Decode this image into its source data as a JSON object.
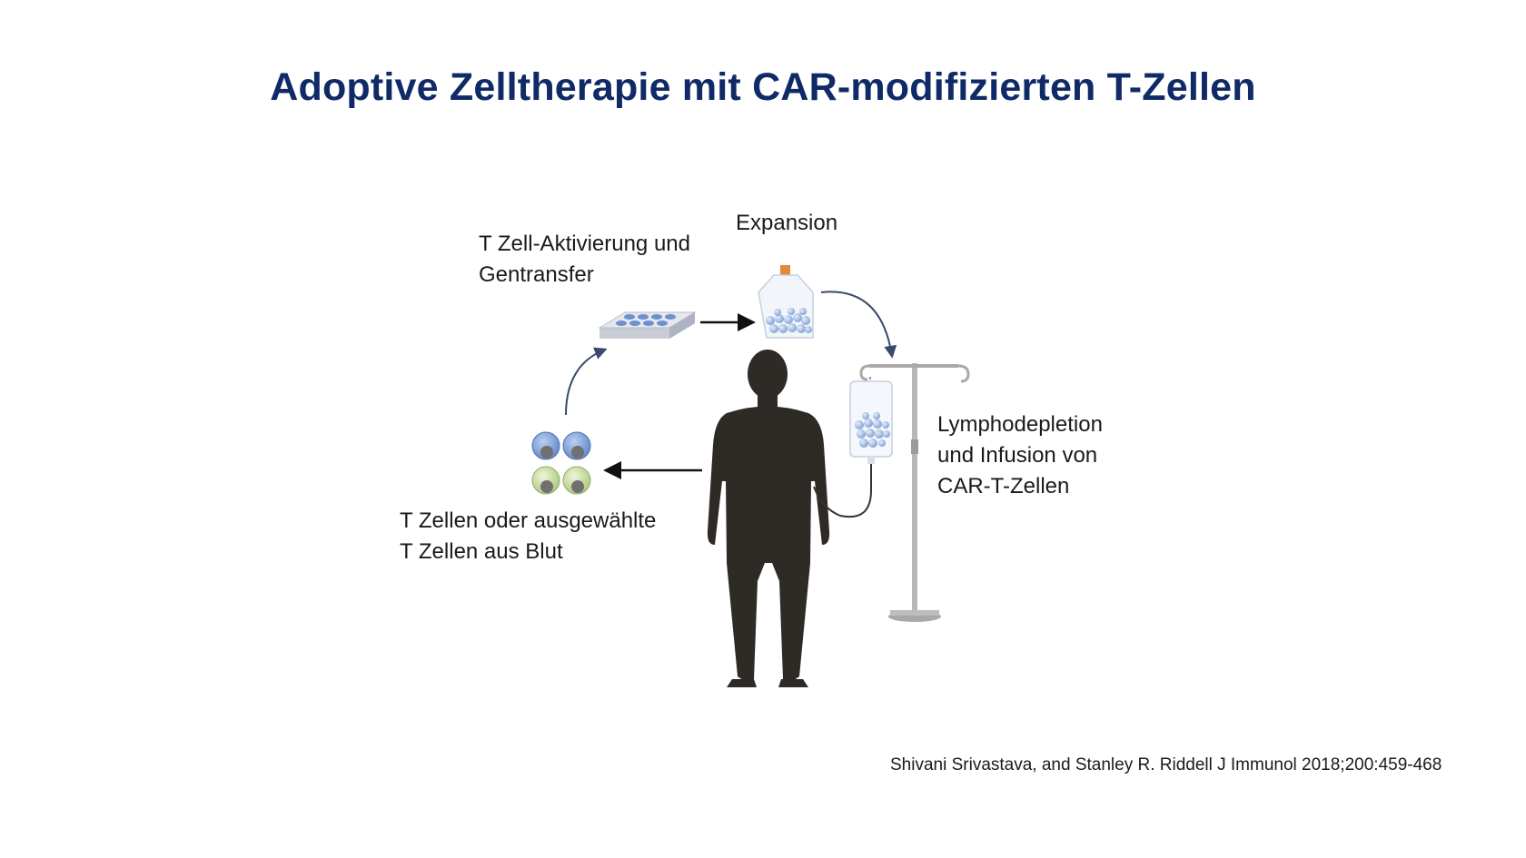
{
  "slide": {
    "title": "Adoptive Zelltherapie mit CAR-modifizierten T-Zellen",
    "citation": "Shivani Srivastava, and Stanley R. Riddell J Immunol 2018;200:459-468"
  },
  "steps": {
    "activation": {
      "line1": "T Zell-Aktivierung und",
      "line2": "Gentransfer"
    },
    "expansion": {
      "line1": "Expansion"
    },
    "infusion": {
      "line1": "Lymphodepletion",
      "line2": "und Infusion von",
      "line3": "CAR-T-Zellen"
    },
    "collection": {
      "line1": "T Zellen oder ausgewählte",
      "line2": "T Zellen aus Blut"
    }
  },
  "colors": {
    "title": "#0f2a66",
    "arrow_curved": "#3a4a6b",
    "arrow_straight": "#111111",
    "silhouette": "#2e2a26",
    "blue_cell": "#7da2d8",
    "green_cell": "#c6dca0",
    "plate": "#dfe3ea",
    "pole": "#b8b8b8"
  }
}
